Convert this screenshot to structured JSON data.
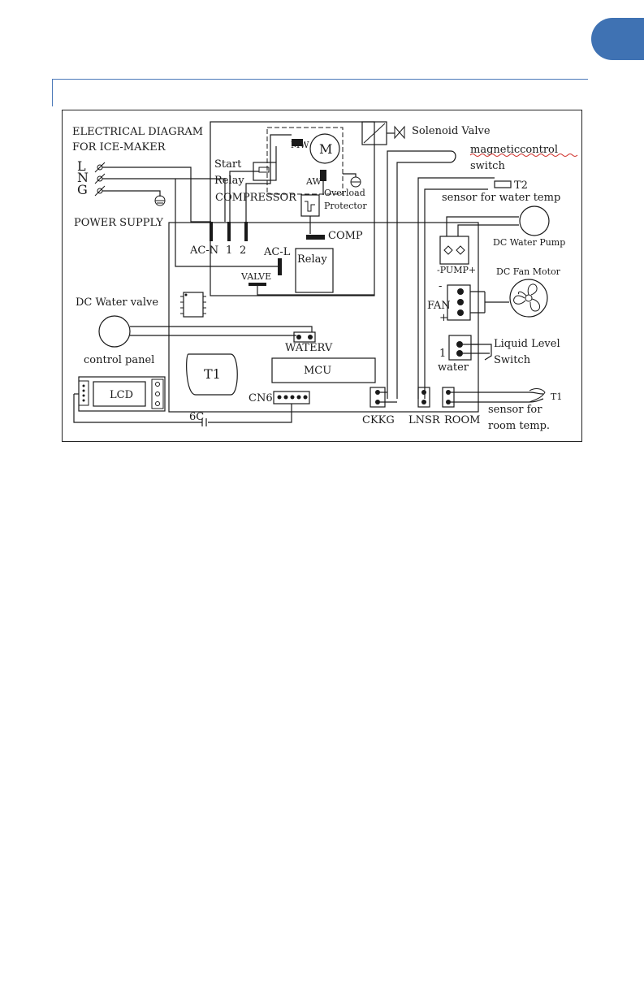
{
  "header": {
    "accent_color": "#3f72b3",
    "rule_color": "#4a78b8"
  },
  "diagram": {
    "title_line1": "ELECTRICAL DIAGRAM",
    "title_line2": "FOR ICE-MAKER",
    "power": {
      "l": "L",
      "n": "N",
      "g": "G",
      "label": "POWER SUPPLY"
    },
    "terminals": {
      "acn": "AC-N",
      "one": "1",
      "two": "2",
      "acl": "AC-L",
      "valve": "VALVE",
      "comp": "COMP"
    },
    "relay": "Relay",
    "compressor": {
      "start_relay_1": "Start",
      "start_relay_2": "Relay",
      "label": "COMPRESSOR",
      "mw": "MW",
      "aw": "AW",
      "motor": "M",
      "overload_1": "Overload",
      "overload_2": "Protector"
    },
    "solenoid": "Solenoid Valve",
    "magnetic_1": "magneticcontrol",
    "magnetic_2": "switch",
    "t2": "T2",
    "water_temp": "sensor for water temp",
    "pump": {
      "label": "DC Water Pump",
      "connector": "-PUMP+"
    },
    "fan": {
      "label": "DC Fan Motor",
      "connector": "FAN",
      "minus": "-",
      "plus": "+"
    },
    "liquid": {
      "label_1": "Liquid Level",
      "label_2": "Switch",
      "one": "1",
      "water": "water"
    },
    "water_valve": "DC Water valve",
    "waterv": "WATERV",
    "control_panel": "control panel",
    "t1_box": "T1",
    "mcu": "MCU",
    "lcd": "LCD",
    "cn6": "CN6",
    "cap": "6C",
    "ckkg": "CKKG",
    "lnsr": "LNSR",
    "room": "ROOM",
    "t1_sensor": "T1",
    "room_temp_1": "sensor for",
    "room_temp_2": "room temp."
  }
}
